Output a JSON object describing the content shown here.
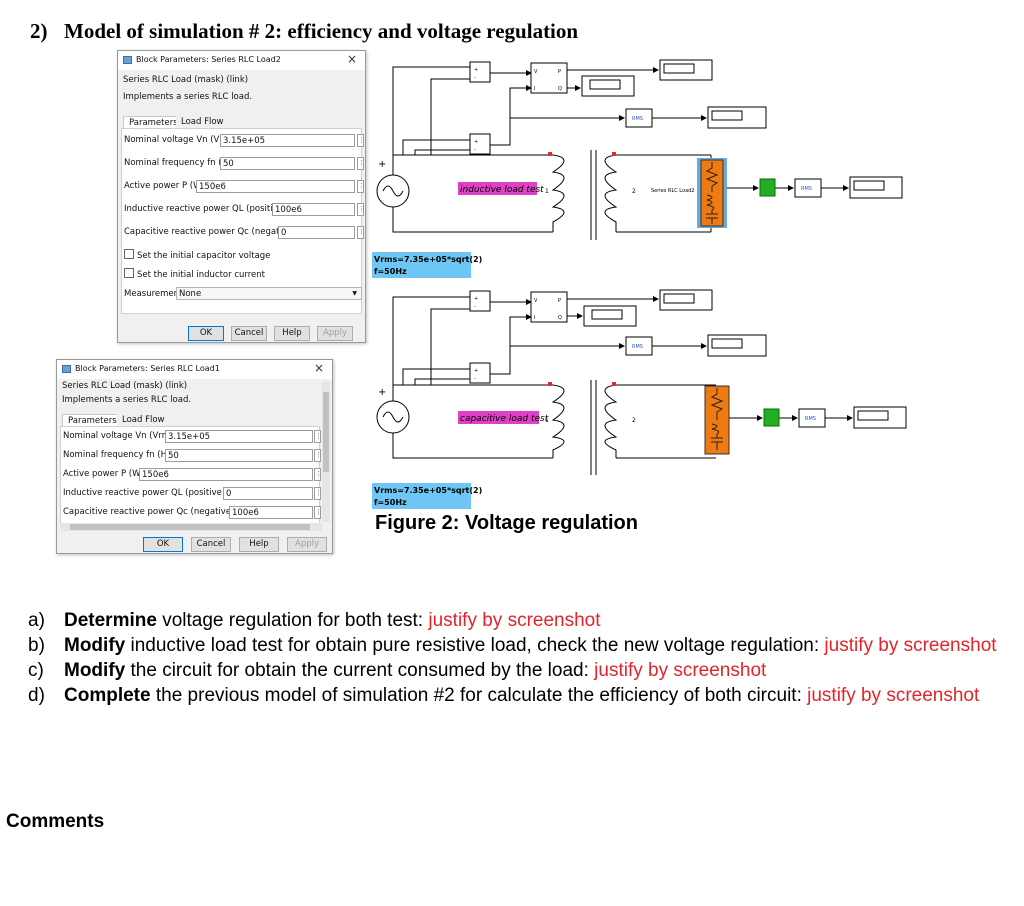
{
  "heading": {
    "number": "2)",
    "title": "Model of simulation # 2: efficiency and voltage regulation"
  },
  "dialog_top": {
    "title": "Block Parameters: Series RLC Load2",
    "close_glyph": "×",
    "desc_line1": "Series RLC Load (mask) (link)",
    "desc_line2": "Implements a series RLC load.",
    "tab_parameters": "Parameters",
    "tab_load_flow": "Load Flow",
    "fields": [
      {
        "label": "Nominal voltage Vn (Vrms):",
        "value": "3.15e+05"
      },
      {
        "label": "Nominal frequency fn (Hz):",
        "value": "50"
      },
      {
        "label": "Active power P (W):",
        "value": "150e6"
      },
      {
        "label": "Inductive reactive power QL (positive var):",
        "value": "100e6"
      },
      {
        "label": "Capacitive reactive power Qc (negative var):",
        "value": "0"
      }
    ],
    "check1": "Set the initial capacitor voltage",
    "check2": "Set the initial inductor current",
    "measurements_label": "Measurements",
    "measurements_value": "None",
    "ok": "OK",
    "cancel": "Cancel",
    "help": "Help",
    "apply": "Apply"
  },
  "dialog_bottom": {
    "title": "Block Parameters: Series RLC Load1",
    "close_glyph": "×",
    "desc_line1": "Series RLC Load (mask) (link)",
    "desc_line2": "Implements a series RLC load.",
    "tab_parameters": "Parameters",
    "tab_load_flow": "Load Flow",
    "fields": [
      {
        "label": "Nominal voltage Vn (Vrms):",
        "value": "3.15e+05"
      },
      {
        "label": "Nominal frequency fn (Hz):",
        "value": "50"
      },
      {
        "label": "Active power P (W):",
        "value": "150e6"
      },
      {
        "label": "Inductive reactive power QL (positive var):",
        "value": "0"
      },
      {
        "label": "Capacitive reactive power Qc (negative var):",
        "value": "100e6"
      }
    ],
    "ok": "OK",
    "cancel": "Cancel",
    "help": "Help",
    "apply": "Apply"
  },
  "diagram": {
    "test1_label": "inductive load test",
    "test2_label": "capacitive load test",
    "source_text_line1": "Vrms=7.35e+05*sqrt(2)",
    "source_text_line2": "f=50Hz",
    "rms": "RMS",
    "series_rlc_load2": "Series RLC Load2",
    "port1": "1",
    "port2": "2",
    "plus": "+",
    "v": "V",
    "i": "I",
    "p": "P",
    "q": "Q",
    "colors": {
      "test_label_bg": "#e040c8",
      "source_bg": "#6ec6f5",
      "load_fill": "#f07a12",
      "meter_green": "#22b022"
    }
  },
  "figure_caption": "Figure 2: Voltage regulation",
  "questions": [
    {
      "letter": "a)",
      "bold": "Determine",
      "text": " voltage regulation for both test: ",
      "red": "justify by screenshot"
    },
    {
      "letter": "b)",
      "bold": "Modify",
      "text": " inductive load test for obtain pure resistive load, check the new voltage regulation: ",
      "red": "justify by screenshot"
    },
    {
      "letter": "c)",
      "bold": "Modify",
      "text": " the circuit for obtain the current consumed by the load: ",
      "red": "justify by screenshot"
    },
    {
      "letter": "d)",
      "bold": "Complete",
      "text": " the previous model of simulation #2 for calculate the efficiency of both circuit: ",
      "red": "justify by screenshot"
    }
  ],
  "comments_label": "Comments"
}
